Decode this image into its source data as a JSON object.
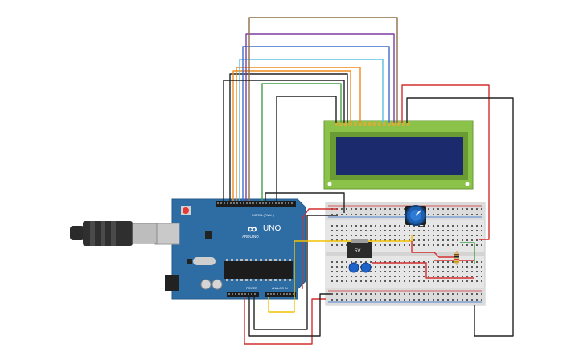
{
  "board": {
    "logo_symbol": "∞",
    "name": "UNO",
    "brand": "ARDUINO",
    "digital_header": "DIGITAL (PWM~)",
    "power_label": "POWER",
    "analog_label": "ANALOG IN"
  },
  "regulator": {
    "label": "5V"
  },
  "colors": {
    "board_blue": "#2e6ca4",
    "lcd_green": "#8bc34a",
    "lcd_screen": "#1a2a6c",
    "wire_black": "#222222",
    "wire_red": "#d32f2f",
    "wire_yellow": "#f2c200",
    "wire_green": "#43a047",
    "wire_orange": "#ef8c1f",
    "wire_purple": "#7b3fa0",
    "wire_brown": "#8d6e4a",
    "wire_cyan": "#5bc0de",
    "wire_blue": "#3f6fc8",
    "breadboard": "#e8e8e8"
  },
  "icons": [
    "usb-cable-icon",
    "potentiometer-icon",
    "capacitor-icon",
    "resistor-icon",
    "voltage-regulator-icon"
  ]
}
